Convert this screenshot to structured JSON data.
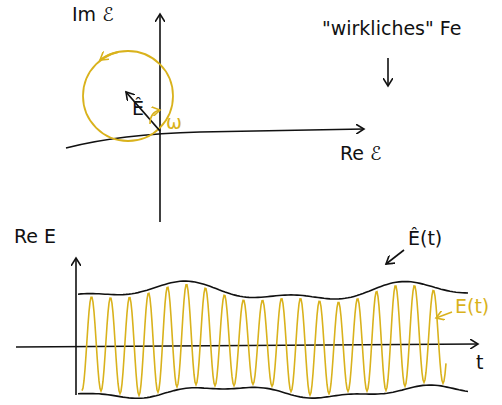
{
  "diagram": {
    "labels": [
      "Im ℰ",
      "\"wirkliches\" Fe",
      "Re ℰ",
      "Ê",
      "ω",
      "Re E",
      "t",
      "Ê(t)",
      "E(t)"
    ]
  }
}
